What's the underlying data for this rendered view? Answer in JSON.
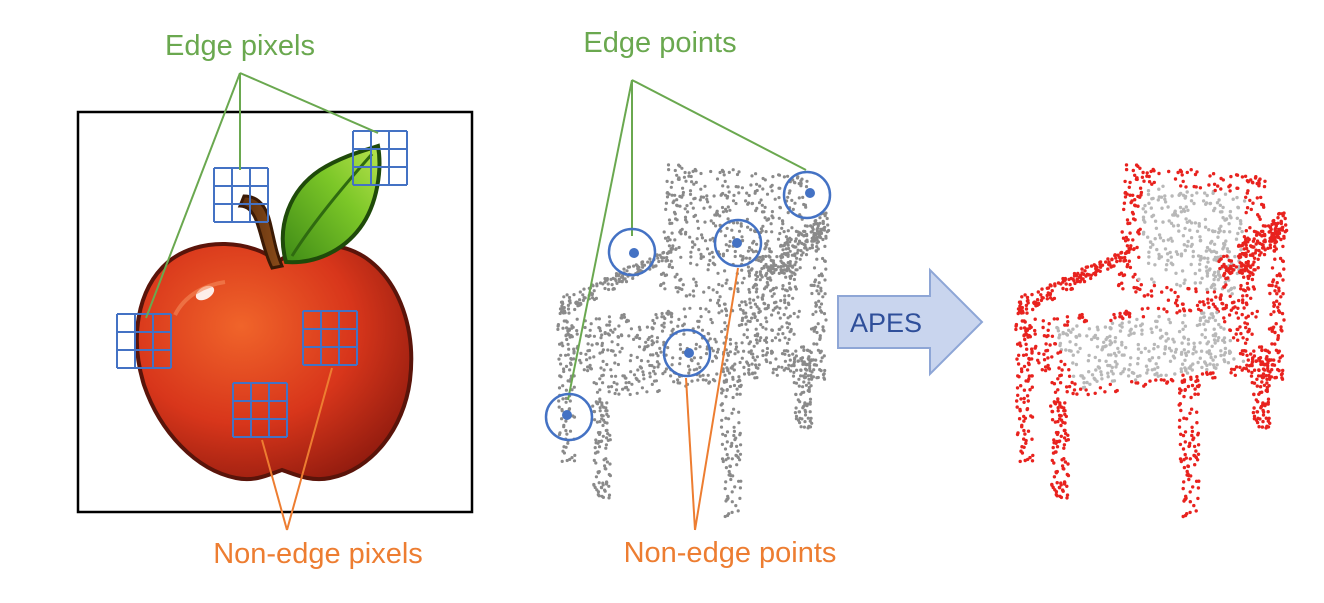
{
  "labels": {
    "edge_pixels": "Edge pixels",
    "non_edge_pixels": "Non-edge pixels",
    "edge_points": "Edge points",
    "non_edge_points": "Non-edge points",
    "apes": "APES"
  },
  "colors": {
    "edge_label": "#6aa84f",
    "non_edge_label": "#ed7d31",
    "grid_blue": "#4472c4",
    "arrow_fill": "#c9d5ee",
    "arrow_stroke": "#8ea6d6",
    "arrow_text": "#2f4f9a",
    "point_gray": "#8a8a8a",
    "point_red": "#e8221e",
    "frame": "#000000"
  }
}
